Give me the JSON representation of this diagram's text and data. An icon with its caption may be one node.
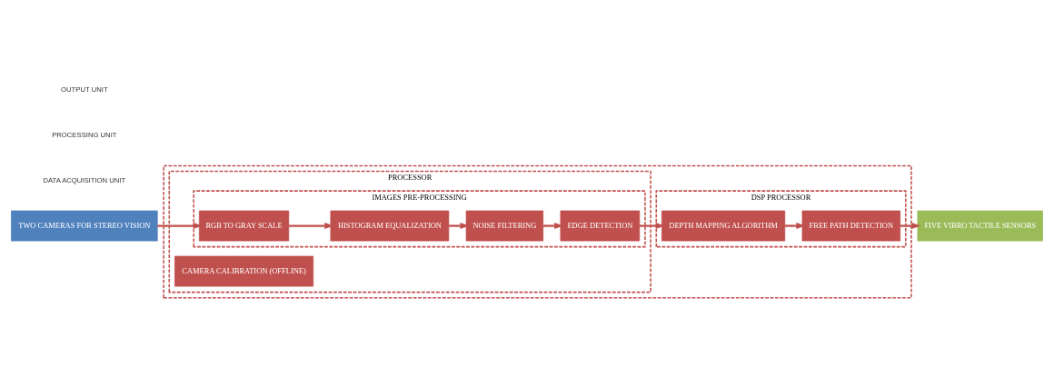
{
  "diagram": {
    "nodes": [
      {
        "text": [
          "TWO CAMERAS FOR STEREO VISION"
        ]
      },
      {
        "text": [],
        "shape": "box"
      },
      {
        "text": [
          "PROCESSOR"
        ],
        "in": 1
      },
      {
        "text": [
          "CAMERA CALIBRATION (OFFLINE)"
        ],
        "in": 2
      },
      {
        "text": [
          "IMAGES PRE-PROCESSING"
        ],
        "in": 2
      },
      {
        "text": [
          "RGB TO GRAY SCALE"
        ],
        "in": 4
      },
      {
        "text": [
          "HISTOGRAM EQUALIZATION"
        ],
        "in": 4
      },
      {
        "text": [
          "NOISE FILTERING"
        ],
        "in": 4
      },
      {
        "text": [
          "EDGE DETECTION"
        ],
        "in": 4
      },
      {
        "text": [
          "DSP PROCESSOR"
        ],
        "in": 1
      },
      {
        "text": [
          "DEPTH MAPPING ALGORITHM"
        ],
        "in": 9
      },
      {
        "text": [
          "FREE PATH DETECTION"
        ],
        "in": 9
      },
      {
        "text": [
          "FIVE VIBRO TACTILE SENSORS"
        ]
      }
    ],
    "edges": [
      {
        "from": 0,
        "to": 5,
        "arrow": "to"
      },
      {
        "from": 5,
        "to": 6,
        "arrow": "to"
      },
      {
        "from": 6,
        "to": 7,
        "arrow": "to"
      },
      {
        "from": 7,
        "to": 8,
        "arrow": "to"
      },
      {
        "from": 8,
        "to": 10,
        "arrow": "to"
      },
      {
        "from": 10,
        "to": 11,
        "arrow": "to"
      },
      {
        "from": 11,
        "to": 12,
        "arrow": "to"
      }
    ],
    "labels": [
      "DATA ACQUISITION UNIT",
      "PROCESSING UNIT",
      "OUTPUT UNIT"
    ]
  }
}
